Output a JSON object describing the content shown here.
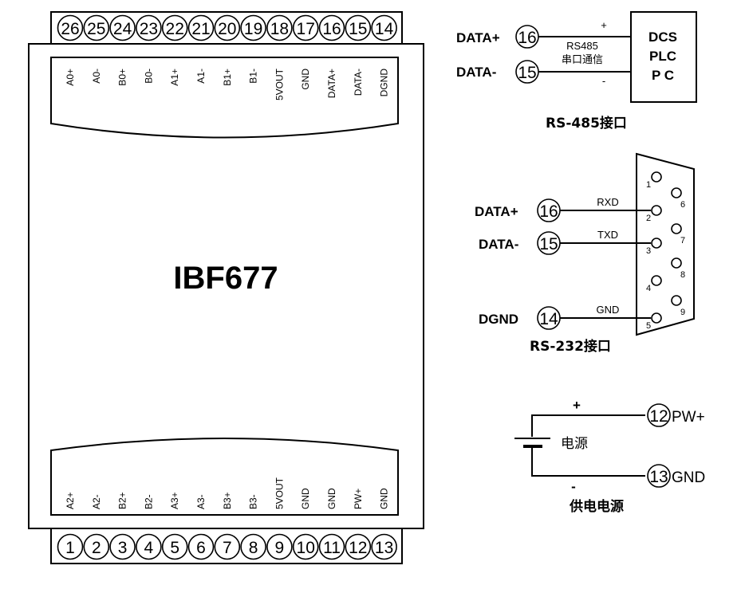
{
  "module": {
    "name": "IBF677",
    "top_pins": [
      "26",
      "25",
      "24",
      "23",
      "22",
      "21",
      "20",
      "19",
      "18",
      "17",
      "16",
      "15",
      "14"
    ],
    "top_labels": [
      "A0+",
      "A0-",
      "B0+",
      "B0-",
      "A1+",
      "A1-",
      "B1+",
      "B1-",
      "5VOUT",
      "GND",
      "DATA+",
      "DATA-",
      "DGND"
    ],
    "bottom_pins": [
      "1",
      "2",
      "3",
      "4",
      "5",
      "6",
      "7",
      "8",
      "9",
      "10",
      "11",
      "12",
      "13"
    ],
    "bottom_labels": [
      "A2+",
      "A2-",
      "B2+",
      "B2-",
      "A3+",
      "A3-",
      "B3+",
      "B3-",
      "5VOUT",
      "GND",
      "GND",
      "PW+",
      "GND"
    ]
  },
  "rs485": {
    "data_plus": "DATA+",
    "data_plus_pin": "16",
    "data_minus": "DATA-",
    "data_minus_pin": "15",
    "plus_sign": "+",
    "minus_sign": "-",
    "link_label_1": "RS485",
    "link_label_2": "串口通信",
    "device_line_1": "DCS",
    "device_line_2": "PLC",
    "device_line_3": "P C",
    "caption": "RS-485接口"
  },
  "rs232": {
    "data_plus": "DATA+",
    "data_plus_pin": "16",
    "data_minus": "DATA-",
    "data_minus_pin": "15",
    "dgnd": "DGND",
    "dgnd_pin": "14",
    "rxd": "RXD",
    "txd": "TXD",
    "gnd": "GND",
    "db9_pins": [
      "1",
      "2",
      "3",
      "4",
      "5",
      "6",
      "7",
      "8",
      "9"
    ],
    "caption": "RS-232接口"
  },
  "power": {
    "plus_sign": "+",
    "minus_sign": "-",
    "source_label": "电源",
    "pw_pin": "12",
    "pw_label": "PW+",
    "gnd_pin": "13",
    "gnd_label": "GND",
    "caption": "供电电源"
  }
}
